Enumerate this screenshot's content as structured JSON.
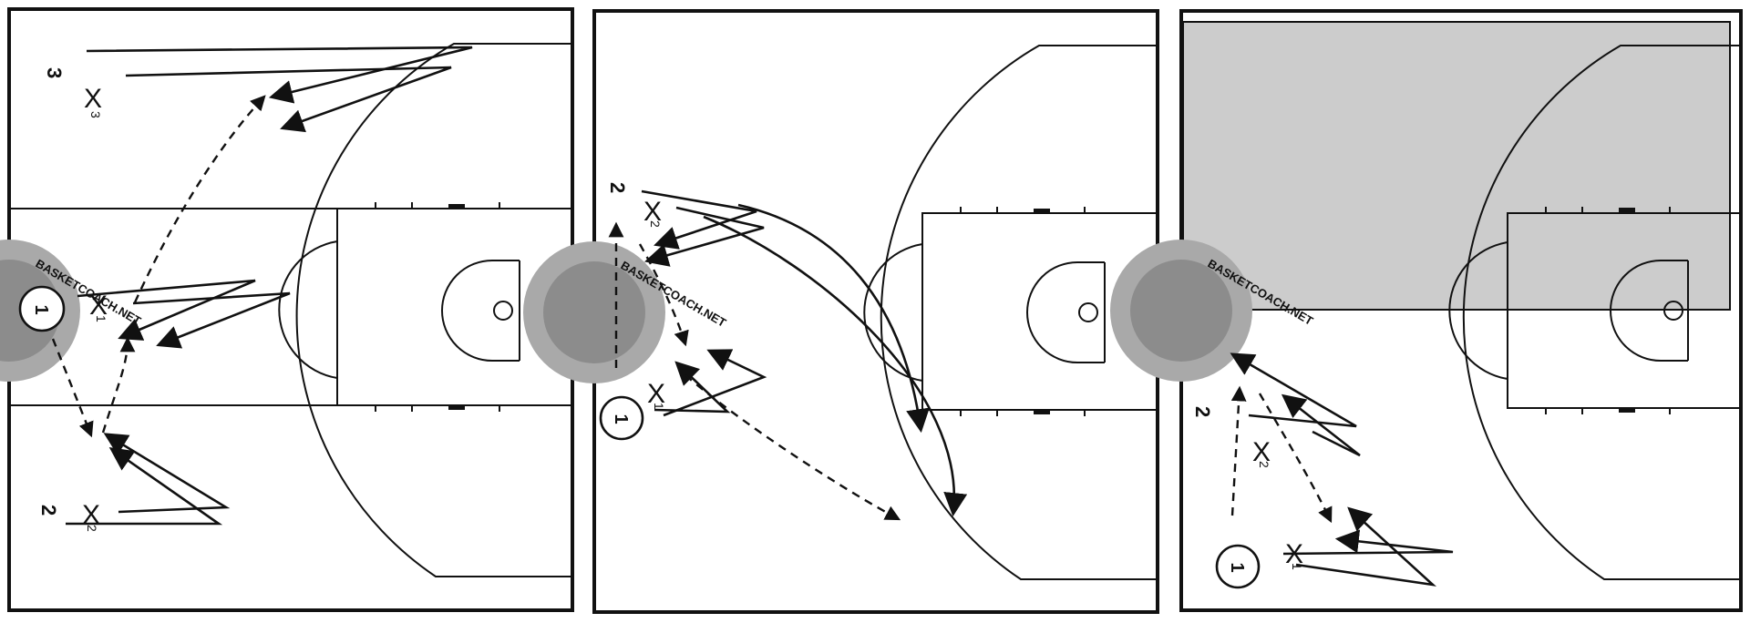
{
  "panels": [
    {
      "player_labels": [
        "3",
        "2"
      ],
      "defenders": [
        {
          "sym": "X",
          "sub": "3"
        },
        {
          "sym": "X",
          "sub": "1"
        },
        {
          "sym": "X",
          "sub": "2"
        }
      ],
      "ball_handler": "1"
    },
    {
      "player_labels": [
        "2"
      ],
      "defenders": [
        {
          "sym": "X",
          "sub": "2"
        },
        {
          "sym": "X",
          "sub": "1"
        }
      ],
      "ball_handler": "1"
    },
    {
      "player_labels": [
        "2"
      ],
      "defenders": [
        {
          "sym": "X",
          "sub": "2"
        },
        {
          "sym": "X",
          "sub": "1"
        }
      ],
      "ball_handler": "1"
    }
  ],
  "watermark": "BASKETCOACH.NET",
  "colors": {
    "line": "#111111",
    "shade": "#cccccc",
    "logo": "#9a9a9a"
  }
}
